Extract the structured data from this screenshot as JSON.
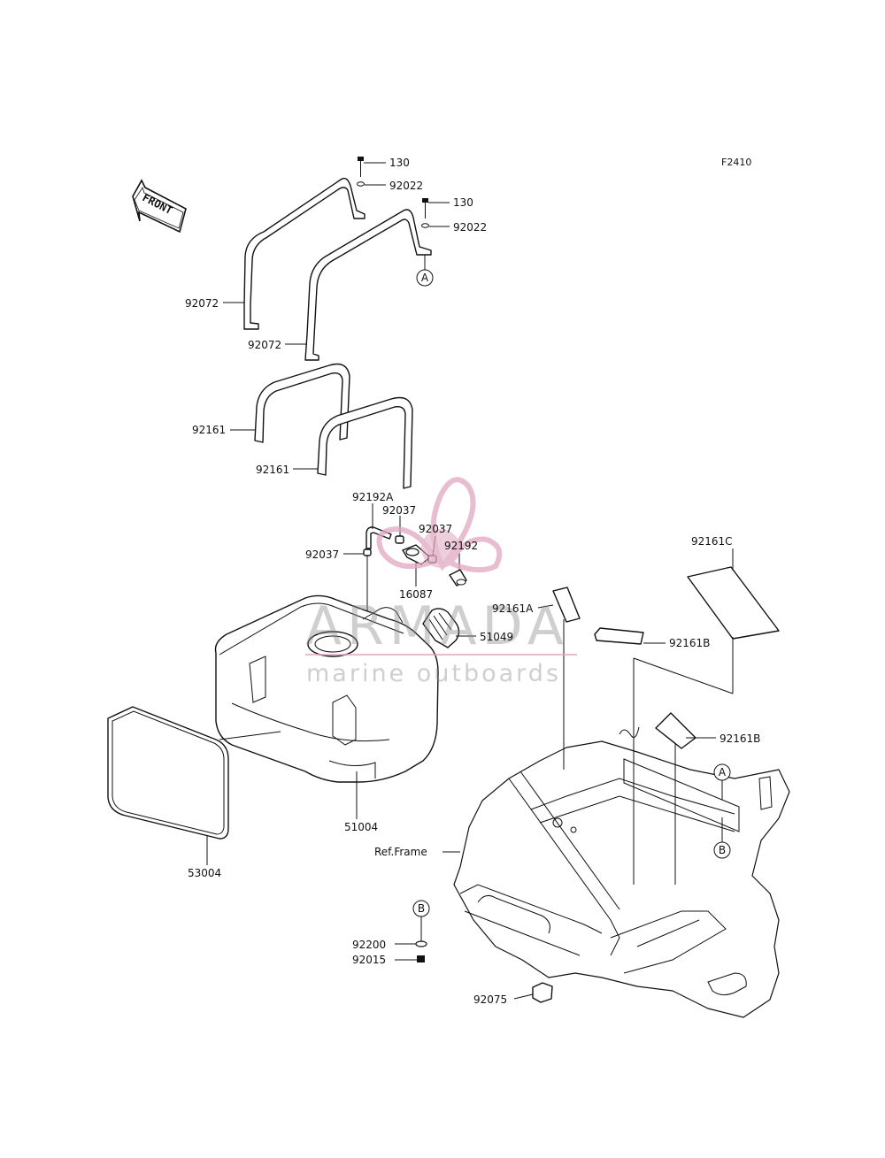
{
  "figure_code": "F2410",
  "front_label": "FRONT",
  "watermark": {
    "brand": "ARMADA",
    "tagline": "marine outboards",
    "color": "#e0a7bf"
  },
  "callouts": {
    "bolt_a": "130",
    "washer_a": "92022",
    "bolt_b": "130",
    "washer_b": "92022",
    "ref_a_top": "A",
    "strap_1": "92072",
    "strap_2": "92072",
    "pad_1": "92161",
    "pad_2": "92161",
    "hose": "92192A",
    "clamp_1": "92037",
    "clamp_2": "92037",
    "clamp_3": "92037",
    "fitting": "92192",
    "valve": "16087",
    "pad_c": "92161C",
    "pad_a": "92161A",
    "pad_b1": "92161B",
    "pad_b2": "92161B",
    "cap": "51049",
    "tank": "51004",
    "guard": "53004",
    "ref_frame": "Ref.Frame",
    "ref_a_frame": "A",
    "ref_b_frame": "B",
    "ref_b_bolt": "B",
    "washer_c": "92200",
    "nut": "92015",
    "rubber": "92075"
  }
}
